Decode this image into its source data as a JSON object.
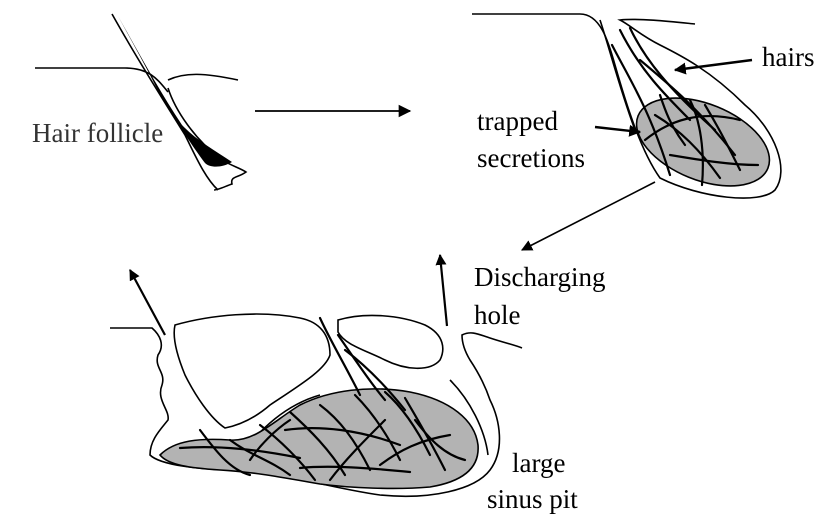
{
  "labels": {
    "hair_follicle": "Hair follicle",
    "hairs": "hairs",
    "trapped_line1": "trapped",
    "trapped_line2": "secretions",
    "discharging_line1": "Discharging",
    "discharging_line2": "hole",
    "sinus_line1": "large",
    "sinus_line2": "sinus pit"
  },
  "colors": {
    "ink": "#000000",
    "sinus_fill": "#b3b3b3",
    "background": "#ffffff"
  }
}
